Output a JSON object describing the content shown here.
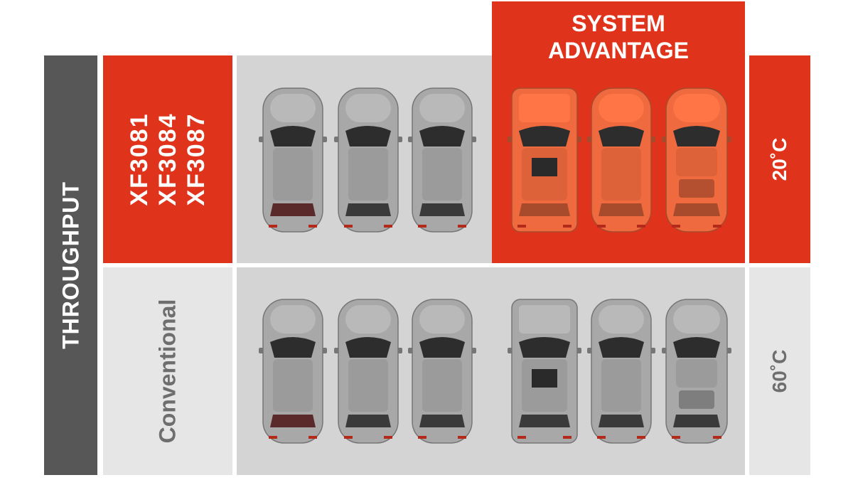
{
  "sidebar": {
    "label": "THROUGHPUT"
  },
  "product": {
    "models": [
      "XF3081",
      "XF3084",
      "XF3087"
    ]
  },
  "baseline": {
    "label": "Conventional"
  },
  "highlight": {
    "title_line1": "SYSTEM",
    "title_line2": "ADVANTAGE"
  },
  "temperatures": {
    "top": "20˚C",
    "bottom": "60˚C"
  },
  "colors": {
    "accent": "#e0331b",
    "dark_bar": "#575757",
    "light_panel": "#e6e6e6",
    "car_panel": "#d4d4d4",
    "car_grey": "#a8a8a8",
    "car_orange": "#f06a3f"
  },
  "rows": [
    {
      "name": "top",
      "cars": [
        "sedan",
        "hatchback",
        "coupe",
        "suv",
        "hatchback",
        "roadster"
      ],
      "highlighted_from": 3
    },
    {
      "name": "bottom",
      "cars": [
        "sedan",
        "hatchback",
        "coupe",
        "suv",
        "hatchback",
        "roadster"
      ],
      "highlighted_from": 6
    }
  ]
}
